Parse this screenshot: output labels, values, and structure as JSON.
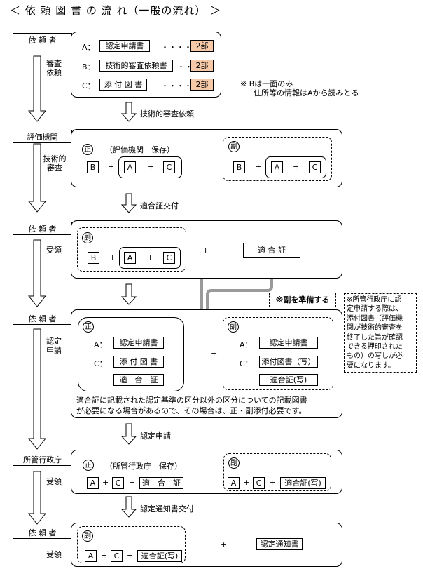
{
  "title": "＜ 依 頼 図 書 の 流 れ（一般の流れ） ＞",
  "steps": {
    "s1": "依 頼 者",
    "s2": "評価機関",
    "s3": "依 頼 者",
    "s4": "依 頼 者",
    "s5": "所管行政庁",
    "s6": "依 頼 者"
  },
  "side_labels": {
    "l1_a": "審査",
    "l1_b": "依頼",
    "l2_a": "技術的",
    "l2_b": "審査",
    "l3": "受領",
    "l4_a": "認定",
    "l4_b": "申請",
    "l5": "受領",
    "l6": "受領"
  },
  "between": {
    "b1": "技術的審査依頼",
    "b2": "適合証交付",
    "b3": "認定申請",
    "b4": "認定通知書交付"
  },
  "panel1": {
    "rows": [
      {
        "letter": "A：",
        "doc": "認定申請書",
        "dots": "・・・・・・",
        "count": "2部"
      },
      {
        "letter": "B：",
        "doc": "技術的審査依頼書",
        "dots": "・・",
        "count": "2部"
      },
      {
        "letter": "C：",
        "doc": "添 付 図 書",
        "dots": "・・・・・・",
        "count": "2部"
      }
    ],
    "note_1": "※ Bは一面のみ",
    "note_2": "住所等の情報はAから読みとる"
  },
  "symbols": {
    "sei": "正",
    "fuku": "副",
    "plus": "+",
    "A": "A",
    "B": "B",
    "C": "C"
  },
  "panel2": {
    "sei_caption": "（評価機関　保存）"
  },
  "panel3": {
    "certificate": "適 合 証"
  },
  "callout": "※副を準備する",
  "side_note": [
    "※所管行政庁に認",
    "定申請する際は、",
    "添付図書（評価機",
    "関が技術的審査を",
    "終了した旨が確認",
    "できる押印された",
    "もの）の写しが必",
    "要になります。"
  ],
  "panel4": {
    "sei_rows": [
      {
        "letter": "A：",
        "doc": "認定申請書"
      },
      {
        "letter": "C：",
        "doc": "添 付 図 書"
      }
    ],
    "sei_cert": "適　合　証",
    "fuku_rows": [
      {
        "letter": "A：",
        "doc": "認定申請書"
      },
      {
        "letter": "C：",
        "doc": "添付図書（写）"
      }
    ],
    "fuku_cert": "適合証(写)",
    "note_1": "適合証に記載された認定基準の区分以外の区分についての記載図書",
    "note_2": "が必要になる場合があるので、その場合は、正・副添付必要です。"
  },
  "panel5": {
    "sei_caption": "（所管行政庁　保存）",
    "cert": "適　合　証",
    "fuku_cert": "適合証(写)"
  },
  "panel6": {
    "fuku_cert": "適合証(写)",
    "notice": "認定通知書"
  }
}
